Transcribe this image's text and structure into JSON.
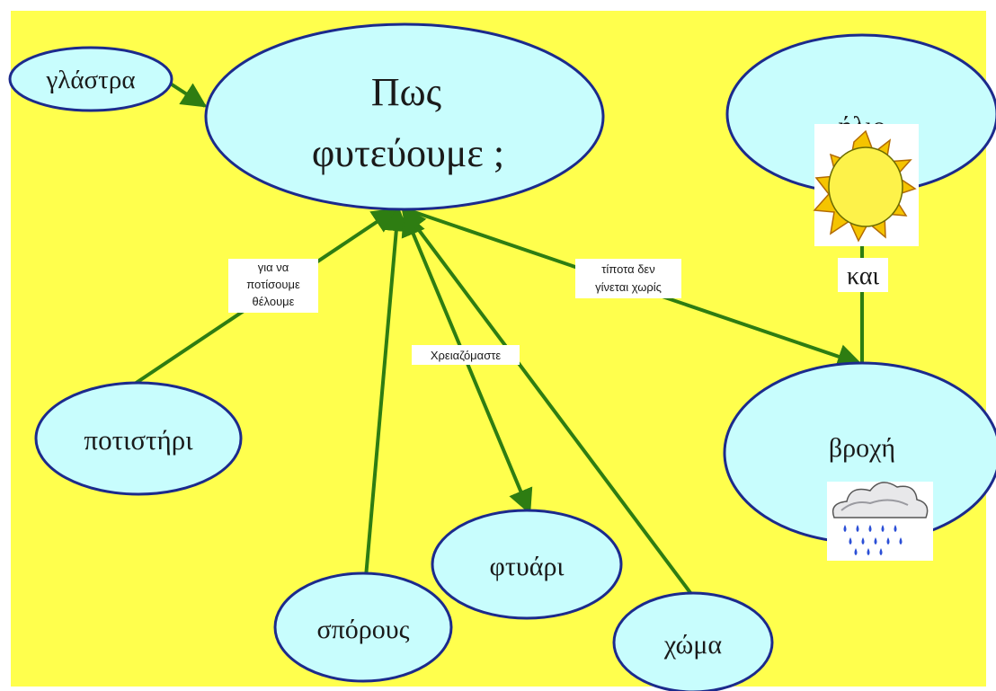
{
  "colors": {
    "background": "#ffff4d",
    "node_fill": "#c8fdfd",
    "node_stroke": "#1c2a8c",
    "link": "#2e7d12",
    "label_bg": "#ffffff"
  },
  "nodes": {
    "center_line1": "Πως",
    "center_line2": "φυτεύουμε ;",
    "pot": "γλάστρα",
    "sun": "ήλιο",
    "rain": "βροχή",
    "watering_can": "ποτιστήρι",
    "seeds": "σπόρους",
    "shovel": "φτυάρι",
    "soil": "χώμα"
  },
  "links": {
    "watering_line1": "για να",
    "watering_line2": "ποτίσουμε",
    "watering_line3": "θέλουμε",
    "need": "Χρειαζόμαστε",
    "nothing_line1": "τίποτα δεν",
    "nothing_line2": "γίνεται χωρίς",
    "and": "και"
  },
  "icons": {
    "sun": "sun-icon",
    "rain": "rain-cloud-icon"
  }
}
